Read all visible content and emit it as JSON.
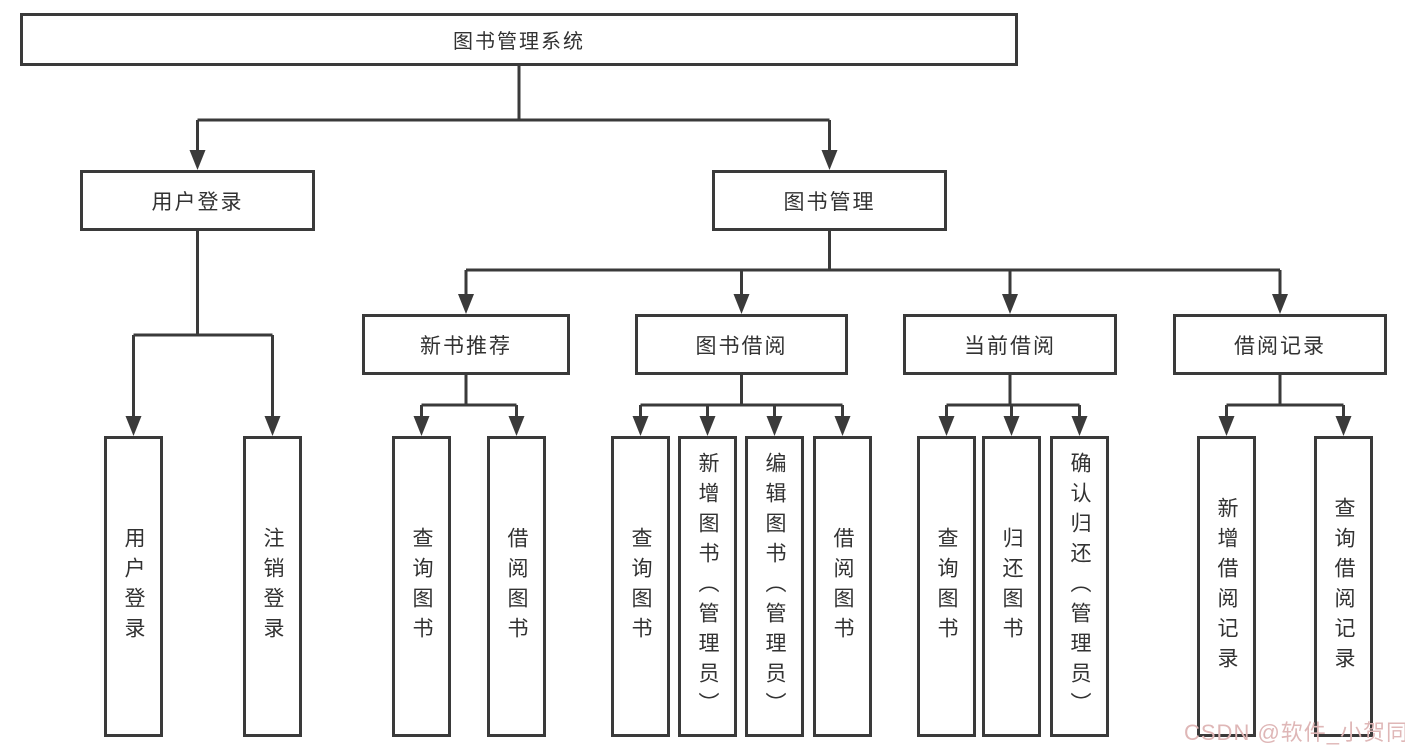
{
  "tree": {
    "root": {
      "label": "图书管理系统",
      "children": [
        {
          "label": "用户登录",
          "children": [
            {
              "label": "用户登录"
            },
            {
              "label": "注销登录"
            }
          ]
        },
        {
          "label": "图书管理",
          "children": [
            {
              "label": "新书推荐",
              "children": [
                {
                  "label": "查询图书"
                },
                {
                  "label": "借阅图书"
                }
              ]
            },
            {
              "label": "图书借阅",
              "children": [
                {
                  "label": "查询图书"
                },
                {
                  "label": "新增图书（管理员）"
                },
                {
                  "label": "编辑图书（管理员）"
                },
                {
                  "label": "借阅图书"
                }
              ]
            },
            {
              "label": "当前借阅",
              "children": [
                {
                  "label": "查询图书"
                },
                {
                  "label": "归还图书"
                },
                {
                  "label": "确认归还（管理员）"
                }
              ]
            },
            {
              "label": "借阅记录",
              "children": [
                {
                  "label": "新增借阅记录"
                },
                {
                  "label": "查询借阅记录"
                }
              ]
            }
          ]
        }
      ]
    }
  },
  "watermark": {
    "text": "CSDN @软件_小贺同学"
  },
  "colors": {
    "line": "#3a3a3a",
    "box_background": "#ffffff",
    "text": "#323232",
    "watermark": "#dfb7b7"
  }
}
